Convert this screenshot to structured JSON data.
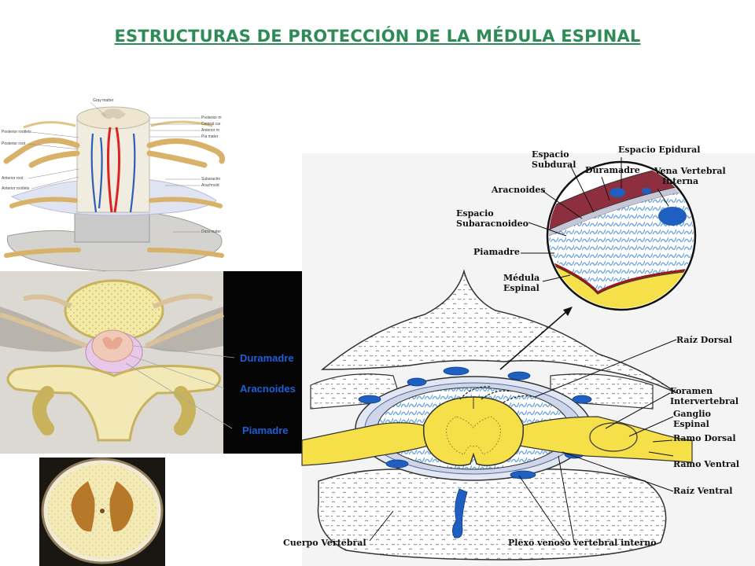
{
  "title": "ESTRUCTURAS DE PROTECCIÓN DE LA MÉDULA ESPINAL",
  "colors": {
    "title": "#2e8b57",
    "spinal_cord": "#f6e04a",
    "veins": "#1f5fbf",
    "label_blue": "#1e5fd6"
  },
  "top_left_diagram": {
    "labels": [
      "Gray matter",
      "Posterior rootlets",
      "Posterior root",
      "Anterior root",
      "Anterior rootlets",
      "Posterior m",
      "Central car",
      "Anterior m",
      "Pia mater",
      "Subarachn",
      "Arachnoid",
      "Dura mater"
    ]
  },
  "mid_left_diagram": {
    "labels": [
      "Duramadre",
      "Aracnoides",
      "Piamadre"
    ]
  },
  "main_diagram": {
    "labels": {
      "espacio_subdural": [
        "Espacio",
        "Subdural"
      ],
      "espacio_epidural": "Espacio Epidural",
      "duramadre": "Duramadre",
      "vena_vertebral": [
        "Vena Vertebral",
        "Interna"
      ],
      "aracnoides": "Aracnoides",
      "espacio_subaracnoideo": [
        "Espacio",
        "Subaracnoideo"
      ],
      "piamadre": "Piamadre",
      "medula_espinal": [
        "Médula",
        "Espinal"
      ],
      "raiz_dorsal": "Raíz Dorsal",
      "foramen": [
        "Foramen",
        "Intervertebral"
      ],
      "ganglio": [
        "Ganglio",
        "Espinal"
      ],
      "ramo_dorsal": "Ramo Dorsal",
      "ramo_ventral": "Ramo Ventral",
      "raiz_ventral": "Raíz Ventral",
      "cuerpo_vertebral": "Cuerpo Vertebral",
      "plexo_venoso": "Plexo venoso vertebral interno"
    }
  }
}
